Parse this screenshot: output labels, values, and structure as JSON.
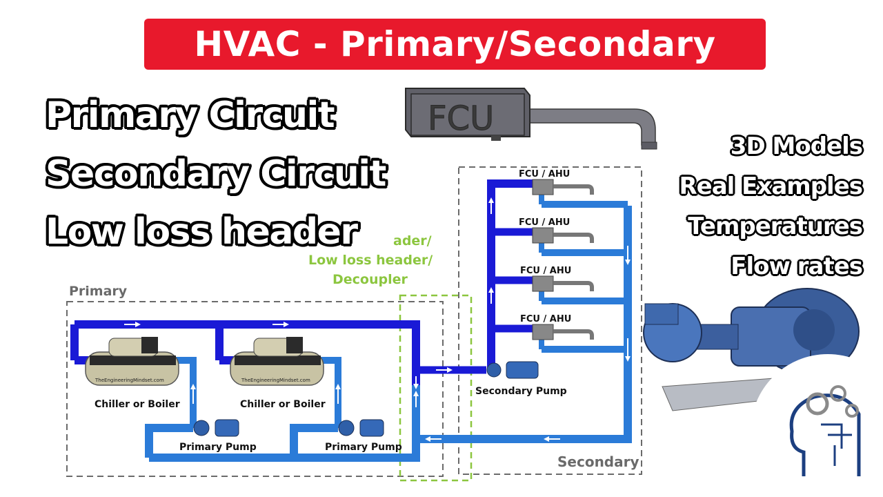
{
  "banner": {
    "title": "HVAC - Primary/Secondary"
  },
  "headline": {
    "line1": "Primary Circuit",
    "line2": "Secondary Circuit",
    "line3": "Low loss header"
  },
  "features": [
    "3D Models",
    "Real Examples",
    "Temperatures",
    "Flow rates"
  ],
  "diagram": {
    "fcu_model_label": "FCU",
    "primary_label": "Primary",
    "secondary_label": "Secondary",
    "decoupler_label_lines": [
      "ader/",
      "Low loss header/",
      "Decoupler"
    ],
    "chiller_label": "Chiller or Boiler",
    "chiller_brand": "TheEngineeringMindset.com",
    "primary_pump_label": "Primary Pump",
    "secondary_pump_label": "Secondary Pump",
    "terminal_label": "FCU / AHU"
  },
  "colors": {
    "banner_red": "#e8192c",
    "pipe_blue_dark": "#1a1ad6",
    "pipe_blue_light": "#2b7bd8",
    "decoupler_green": "#8cc63f",
    "dashed_gray": "#6a6a6a"
  }
}
